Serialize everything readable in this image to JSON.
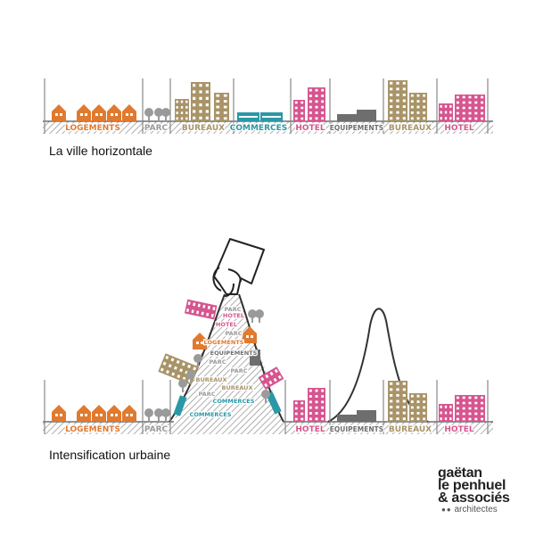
{
  "colors": {
    "logements": "#e07a2f",
    "parc": "#9a9a9a",
    "bureaux": "#a89468",
    "commerces": "#2a98a6",
    "hotel": "#d6558f",
    "equipements": "#6e6e6e",
    "ground": "#8d8d8d",
    "line": "#333333"
  },
  "top_row": {
    "caption": "La ville horizontale",
    "zones": [
      {
        "label": "LOGEMENTS",
        "kind": "logements"
      },
      {
        "label": "PARC",
        "kind": "parc"
      },
      {
        "label": "BUREAUX",
        "kind": "bureaux"
      },
      {
        "label": "COMMERCES",
        "kind": "commerces"
      },
      {
        "label": "HOTEL",
        "kind": "hotel"
      },
      {
        "label": "EQUIPEMENTS",
        "kind": "equipements"
      },
      {
        "label": "BUREAUX",
        "kind": "bureaux"
      },
      {
        "label": "HOTEL",
        "kind": "hotel"
      }
    ]
  },
  "bottom_row": {
    "caption": "Intensification urbaine",
    "zones": [
      {
        "label": "LOGEMENTS",
        "kind": "logements"
      },
      {
        "label": "PARC",
        "kind": "parc"
      },
      {
        "label": "HOTEL",
        "kind": "hotel"
      },
      {
        "label": "EQUIPEMENTS",
        "kind": "equipements"
      },
      {
        "label": "BUREAUX",
        "kind": "bureaux"
      },
      {
        "label": "HOTEL",
        "kind": "hotel"
      }
    ],
    "stack_labels": [
      {
        "label": "PARC",
        "kind": "parc"
      },
      {
        "label": "HOTEL",
        "kind": "hotel"
      },
      {
        "label": "HOTEL",
        "kind": "hotel"
      },
      {
        "label": "PARC",
        "kind": "parc"
      },
      {
        "label": "LOGEMENTS",
        "kind": "logements"
      },
      {
        "label": "EQUIPEMENTS",
        "kind": "equipements"
      },
      {
        "label": "PARC",
        "kind": "parc"
      },
      {
        "label": "PARC",
        "kind": "parc"
      },
      {
        "label": "BUREAUX",
        "kind": "bureaux"
      },
      {
        "label": "BUREAUX",
        "kind": "bureaux"
      },
      {
        "label": "PARC",
        "kind": "parc"
      },
      {
        "label": "COMMERCES",
        "kind": "commerces"
      },
      {
        "label": "COMMERCES",
        "kind": "commerces"
      }
    ]
  },
  "logo": {
    "line1": "gaëtan",
    "line2": "le penhuel",
    "line3": "& associés",
    "line4": "architectes"
  }
}
